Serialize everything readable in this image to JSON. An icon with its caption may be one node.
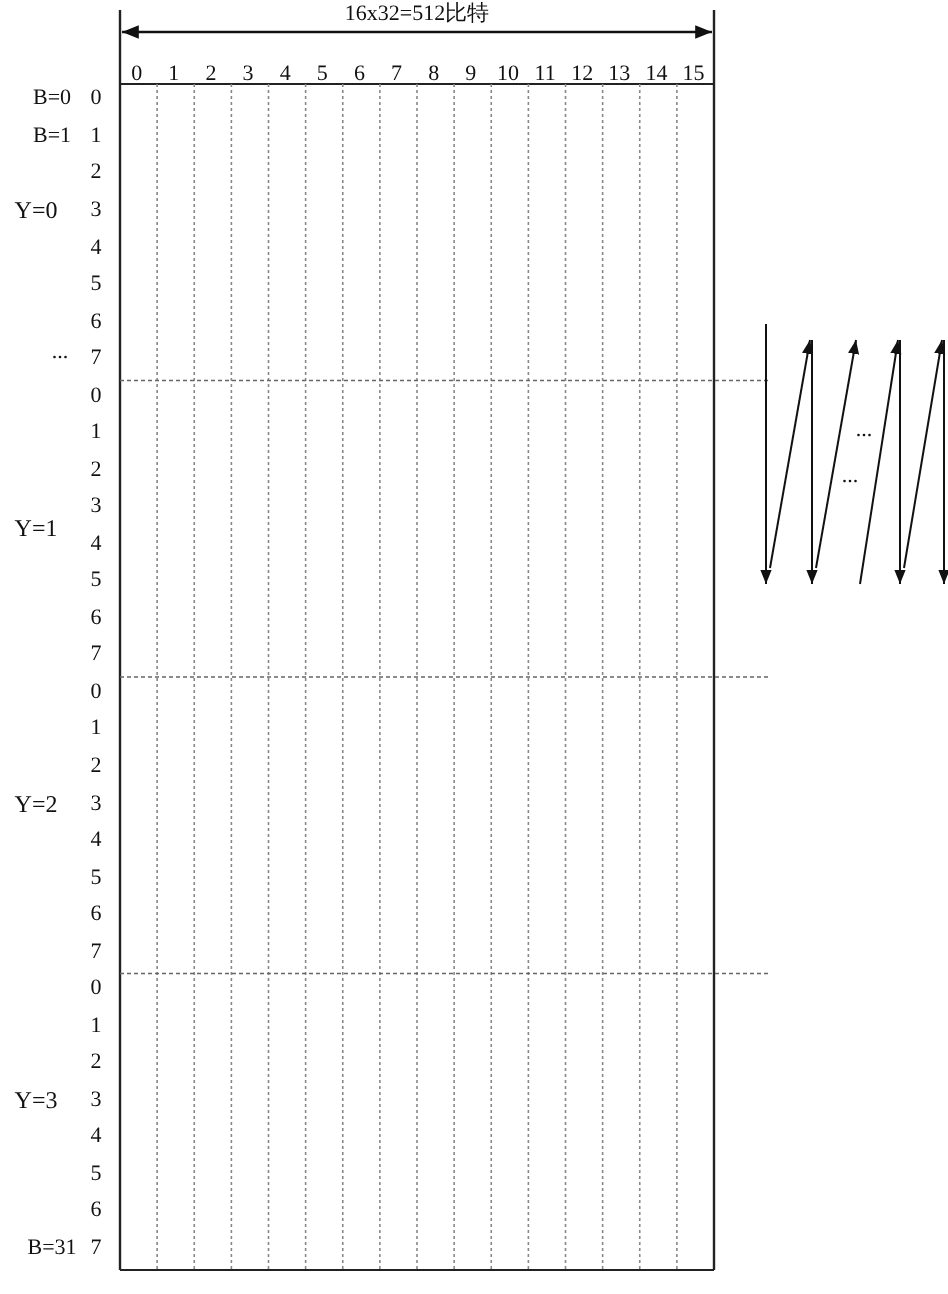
{
  "diagram": {
    "labels": [
      "16x32=512比特",
      "0",
      "1",
      "2",
      "3",
      "4",
      "5",
      "6",
      "7",
      "8",
      "9",
      "10",
      "11",
      "12",
      "13",
      "14",
      "15",
      "B=0",
      "0",
      "B=1",
      "1",
      "2",
      "Y=0",
      "3",
      "4",
      "5",
      "6",
      "...",
      "7",
      "0",
      "1",
      "2",
      "3",
      "Y=1",
      "4",
      "5",
      "6",
      "7",
      "0",
      "1",
      "2",
      "Y=2",
      "3",
      "4",
      "5",
      "6",
      "7",
      "0",
      "1",
      "2",
      "Y=3",
      "3",
      "4",
      "5",
      "6",
      "B=31",
      "7",
      "...",
      "..."
    ]
  }
}
